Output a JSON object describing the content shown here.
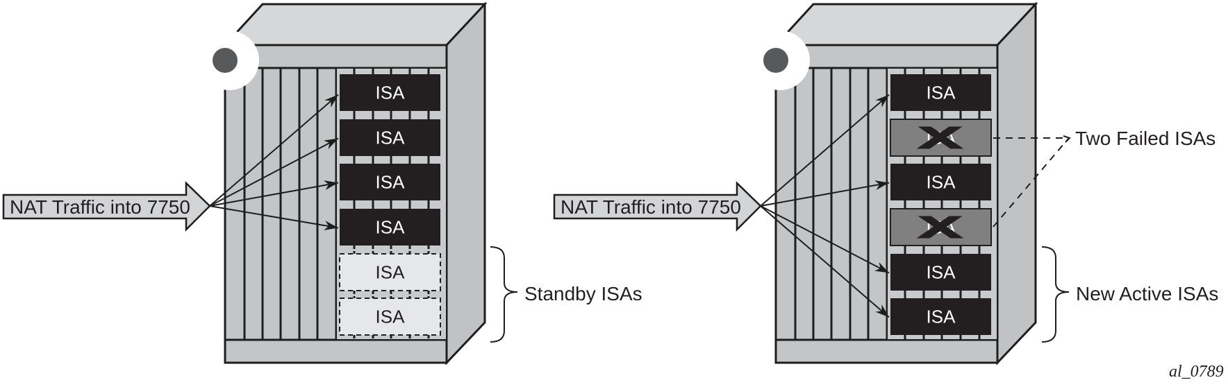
{
  "figure_id": "al_0789",
  "colors": {
    "rack_top": "#d6d7d9",
    "rack_front": "#c4c5c7",
    "rack_side": "#c1c2c4",
    "slot_bg": "#c9cacc",
    "active_card": "#231f20",
    "standby_card": "#e6e7e8",
    "failed_card": "#808080",
    "outline": "#1e1e1e",
    "status_dot": "#58595b",
    "arrow_fill": "#d3d4d6"
  },
  "panels": [
    {
      "id": "before",
      "input_arrow_label": "NAT Traffic into 7750",
      "cards": [
        {
          "label": "ISA",
          "state": "active",
          "receives_traffic": true
        },
        {
          "label": "ISA",
          "state": "active",
          "receives_traffic": true
        },
        {
          "label": "ISA",
          "state": "active",
          "receives_traffic": true
        },
        {
          "label": "ISA",
          "state": "active",
          "receives_traffic": true
        },
        {
          "label": "ISA",
          "state": "standby",
          "receives_traffic": false
        },
        {
          "label": "ISA",
          "state": "standby",
          "receives_traffic": false
        }
      ],
      "annotations": [
        {
          "type": "brace",
          "text": "Standby ISAs",
          "cards": [
            5,
            6
          ]
        }
      ]
    },
    {
      "id": "after",
      "input_arrow_label": "NAT Traffic into 7750",
      "cards": [
        {
          "label": "ISA",
          "state": "active",
          "receives_traffic": true
        },
        {
          "label": "ISA",
          "state": "failed",
          "receives_traffic": false
        },
        {
          "label": "ISA",
          "state": "active",
          "receives_traffic": true
        },
        {
          "label": "ISA",
          "state": "failed",
          "receives_traffic": false
        },
        {
          "label": "ISA",
          "state": "active",
          "receives_traffic": true
        },
        {
          "label": "ISA",
          "state": "active",
          "receives_traffic": true
        }
      ],
      "annotations": [
        {
          "type": "dashed-pointer",
          "text": "Two Failed ISAs",
          "cards": [
            2,
            4
          ]
        },
        {
          "type": "brace",
          "text": "New Active ISAs",
          "cards": [
            5,
            6
          ]
        }
      ]
    }
  ],
  "labels": {
    "standby": "Standby ISAs",
    "failed": "Two Failed ISAs",
    "new_active": "New Active ISAs",
    "figure_id": "al_0789"
  },
  "icons": {
    "failed_marker": "x-mark-icon",
    "status_led": "status-dot-icon"
  }
}
